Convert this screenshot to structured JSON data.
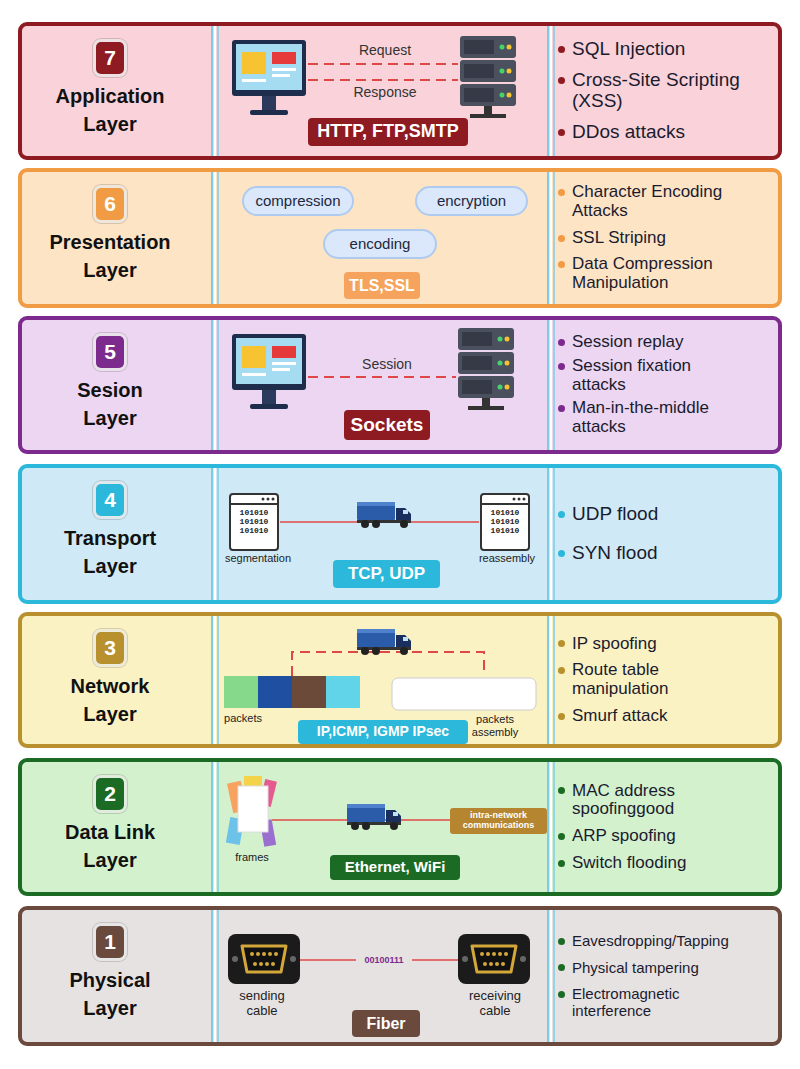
{
  "diagram": {
    "nodes": [
      {
        "text": [
          "Application Layer",
          "SQL Injection",
          "Cross-Site Scripting (XSS)",
          "DDos attacks"
        ]
      },
      {
        "text": [
          "7"
        ],
        "in": 0
      },
      {
        "text": [
          "HTTP, FTP,SMTP"
        ],
        "in": 0
      },
      {
        "text": [
          "Presentation Layer",
          "Character Encoding Attacks",
          "SSL Striping",
          "Data Compression Manipulation"
        ]
      },
      {
        "text": [
          "6"
        ],
        "in": 3
      },
      {
        "text": [
          "compression"
        ],
        "in": 3
      },
      {
        "text": [
          "encryption"
        ],
        "in": 3
      },
      {
        "text": [
          "encoding"
        ],
        "in": 3
      },
      {
        "text": [
          "TLS,SSL"
        ],
        "in": 3
      },
      {
        "text": [
          "Sesion Layer",
          "Session replay",
          "Session fixation attacks",
          "Man-in-the-middle attacks"
        ]
      },
      {
        "text": [
          "5"
        ],
        "in": 9
      },
      {
        "text": [
          "Sockets"
        ],
        "in": 9
      },
      {
        "text": [
          "Transport Layer",
          "UDP flood",
          "SYN flood"
        ]
      },
      {
        "text": [
          "4"
        ],
        "in": 12
      },
      {
        "text": [
          "TCP, UDP"
        ],
        "in": 12
      },
      {
        "text": [
          "Network Layer",
          "IP spoofing",
          "Route table manipulation",
          "Smurf attack"
        ]
      },
      {
        "text": [
          "3"
        ],
        "in": 15
      },
      {
        "text": [
          "IP,ICMP, IGMP IPsec"
        ],
        "in": 15
      },
      {
        "text": [
          "Data Link Layer",
          "MAC address spoofinggood",
          "ARP spoofing",
          "Switch flooding"
        ]
      },
      {
        "text": [
          "2"
        ],
        "in": 18
      },
      {
        "text": [
          "intra-network communications"
        ],
        "in": 18
      },
      {
        "text": [
          "Ethernet, WiFi"
        ],
        "in": 18
      },
      {
        "text": [
          "Physical Layer",
          "Eavesdropping/Tapping",
          "Physical tampering",
          "Electromagnetic interference"
        ]
      },
      {
        "text": [
          "1"
        ],
        "in": 22
      },
      {
        "text": [
          "Fiber"
        ],
        "in": 22
      }
    ],
    "labels": [
      "Request",
      "Response",
      "Session",
      "101010 101010 101010",
      "101010 101010 101010",
      "segmentation",
      "reassembly",
      "packets",
      "packets assembly",
      "frames",
      "00100111",
      "sending cable",
      "receiving cable"
    ]
  }
}
